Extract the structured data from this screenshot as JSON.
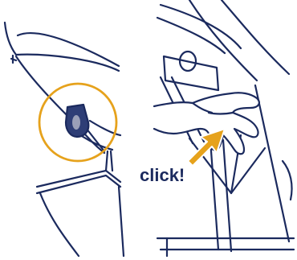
{
  "callout": {
    "text": "click!"
  },
  "colors": {
    "line": "#1b2a5e",
    "accent": "#e6a21c",
    "knob": "#2e3e76",
    "knob_highlight": "#9aa0b8",
    "background": "#ffffff"
  },
  "panels": [
    {
      "name": "left-panel",
      "depicts": "stroller-side-latch-with-highlight-circle"
    },
    {
      "name": "right-panel",
      "depicts": "hand-squeezing-fold-release"
    }
  ],
  "icons": [
    "highlight-circle",
    "latch-knob-icon",
    "arrow-icon",
    "hand-icon"
  ]
}
